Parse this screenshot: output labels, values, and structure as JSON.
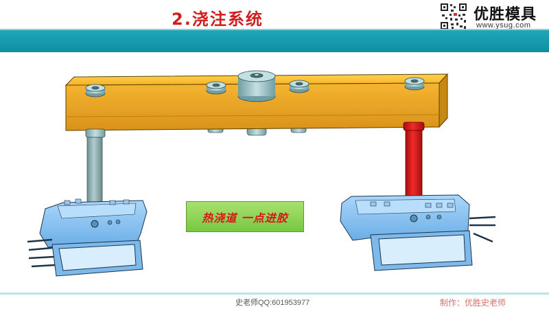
{
  "header": {
    "title": "2.浇注系统",
    "logo_name": "优胜模具",
    "logo_url": "www.ysug.com"
  },
  "diagram": {
    "label": "热浇道 一点进胶",
    "colors": {
      "manifold": "#f5b82a",
      "nozzle_left": "#8fb4b8",
      "nozzle_right": "#e01818",
      "part": "#8fc4f0",
      "label_bg": "#8fd45a",
      "label_text": "#d81818"
    }
  },
  "footer": {
    "teacher": "史老师QQ:601953977",
    "credit": "制作：优胜史老师"
  }
}
